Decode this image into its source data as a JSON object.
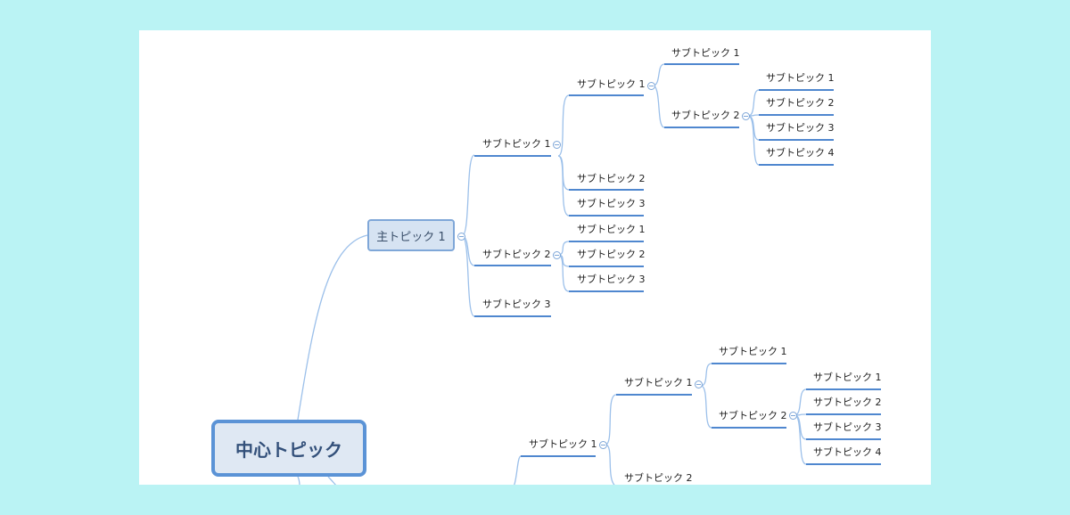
{
  "central_topic": "中心トピック",
  "main_topic": "主トピック 1",
  "subtopics": {
    "s1": "サブトピック 1",
    "s2": "サブトピック 2",
    "s3": "サブトピック 3",
    "s4": "サブトピック 4"
  },
  "colors": {
    "page_background": "#baf3f4",
    "line": "#8fb6e6",
    "underline": "#4f87cf",
    "central_border": "#5b93d6"
  }
}
